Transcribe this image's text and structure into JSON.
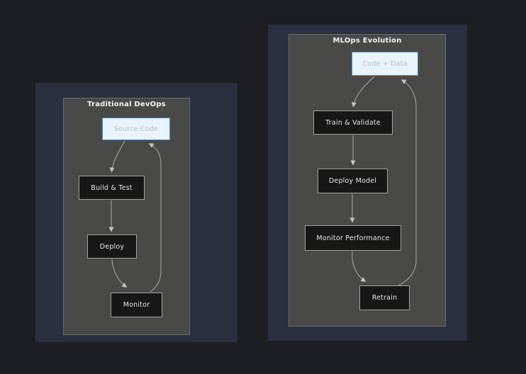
{
  "page": {
    "background": "#1d1e22"
  },
  "colors": {
    "panel_navy": "#2a3040",
    "panel_gray": "#494a48",
    "panel_gray_border": "#6a6c6e",
    "node_dark_fill": "#171717",
    "node_dark_border": "#a0a0a0",
    "node_dark_text": "#e6e6e6",
    "node_highlight_fill": "#e9f3fc",
    "node_highlight_border": "#4a88c8",
    "node_highlight_text": "#b4bcc4",
    "edge_line": "#9a9a9a",
    "arrowhead": "#c6c6c6",
    "title_text": "#f2f2f2"
  },
  "diagrams": [
    {
      "title": "Traditional DevOps",
      "nodes": [
        {
          "id": "source-code",
          "label": "Source Code",
          "style": "highlight"
        },
        {
          "id": "build-test",
          "label": "Build & Test",
          "style": "dark"
        },
        {
          "id": "deploy",
          "label": "Deploy",
          "style": "dark"
        },
        {
          "id": "monitor",
          "label": "Monitor",
          "style": "dark"
        }
      ],
      "edges": [
        {
          "from": "Source Code",
          "to": "Build & Test"
        },
        {
          "from": "Build & Test",
          "to": "Deploy"
        },
        {
          "from": "Deploy",
          "to": "Monitor"
        },
        {
          "from": "Monitor",
          "to": "Source Code"
        }
      ]
    },
    {
      "title": "MLOps Evolution",
      "nodes": [
        {
          "id": "code-data",
          "label": "Code + Data",
          "style": "highlight"
        },
        {
          "id": "train-validate",
          "label": "Train & Validate",
          "style": "dark"
        },
        {
          "id": "deploy-model",
          "label": "Deploy Model",
          "style": "dark"
        },
        {
          "id": "monitor-performance",
          "label": "Monitor Performance",
          "style": "dark"
        },
        {
          "id": "retrain",
          "label": "Retrain",
          "style": "dark"
        }
      ],
      "edges": [
        {
          "from": "Code + Data",
          "to": "Train & Validate"
        },
        {
          "from": "Train & Validate",
          "to": "Deploy Model"
        },
        {
          "from": "Deploy Model",
          "to": "Monitor Performance"
        },
        {
          "from": "Monitor Performance",
          "to": "Retrain"
        },
        {
          "from": "Retrain",
          "to": "Code + Data"
        }
      ]
    }
  ]
}
